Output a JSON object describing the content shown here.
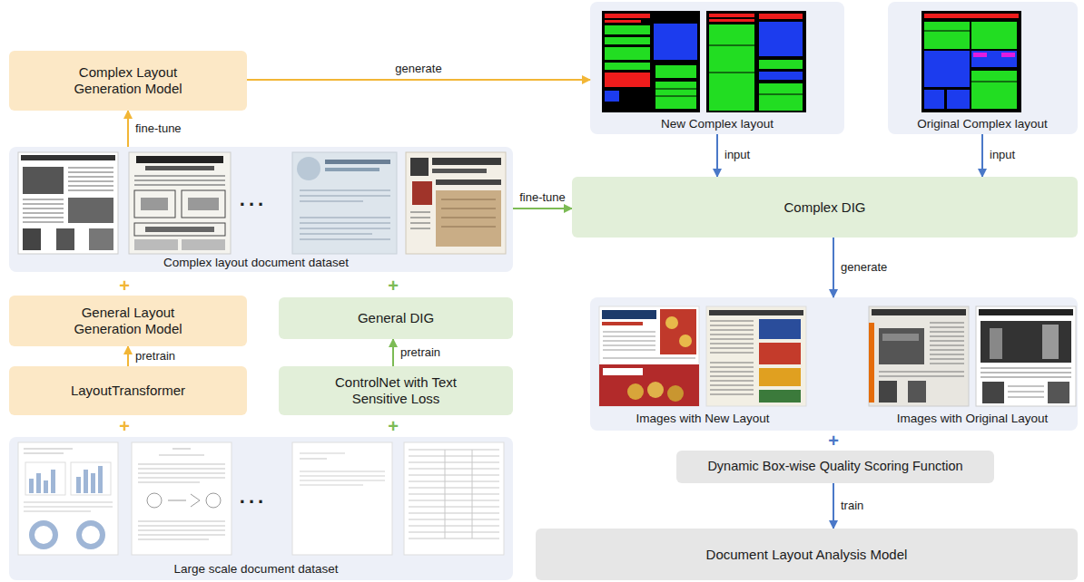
{
  "diagram": {
    "nodes": [
      {
        "text": [
          "Complex Layout Generation Model"
        ]
      },
      {
        "text": [
          "New Complex layout"
        ]
      },
      {
        "text": [
          "Original Complex layout"
        ]
      },
      {
        "text": [
          "Complex layout document dataset"
        ]
      },
      {
        "text": [
          "Complex DIG"
        ]
      },
      {
        "text": [
          "General Layout Generation Model"
        ]
      },
      {
        "text": [
          "General DIG"
        ]
      },
      {
        "text": [
          "LayoutTransformer"
        ]
      },
      {
        "text": [
          "ControlNet with Text Sensitive Loss"
        ]
      },
      {
        "text": [
          "Images with New Layout",
          "Images with Original Layout"
        ]
      },
      {
        "text": [
          "Large scale document dataset"
        ]
      },
      {
        "text": [
          "Dynamic Box-wise Quality Scoring Function"
        ]
      },
      {
        "text": [
          "Document Layout Analysis Model"
        ]
      }
    ],
    "edges": [
      {
        "from": 3,
        "to": 0,
        "label": "fine-tune",
        "arrow": "to"
      },
      {
        "from": 0,
        "to": 1,
        "label": "generate",
        "arrow": "to"
      },
      {
        "from": 7,
        "to": 5,
        "label": "pretrain",
        "arrow": "to"
      },
      {
        "from": 8,
        "to": 6,
        "label": "pretrain",
        "arrow": "to"
      },
      {
        "from": 3,
        "to": 4,
        "label": "fine-tune",
        "arrow": "to"
      },
      {
        "from": 1,
        "to": 4,
        "label": "input",
        "arrow": "to"
      },
      {
        "from": 2,
        "to": 4,
        "label": "input",
        "arrow": "to"
      },
      {
        "from": 4,
        "to": 9,
        "label": "generate",
        "arrow": "to"
      },
      {
        "from": 11,
        "to": 12,
        "label": "train",
        "arrow": "to"
      }
    ],
    "labels": [
      "+",
      "+",
      "+",
      "+",
      "+",
      "...",
      "..."
    ]
  }
}
